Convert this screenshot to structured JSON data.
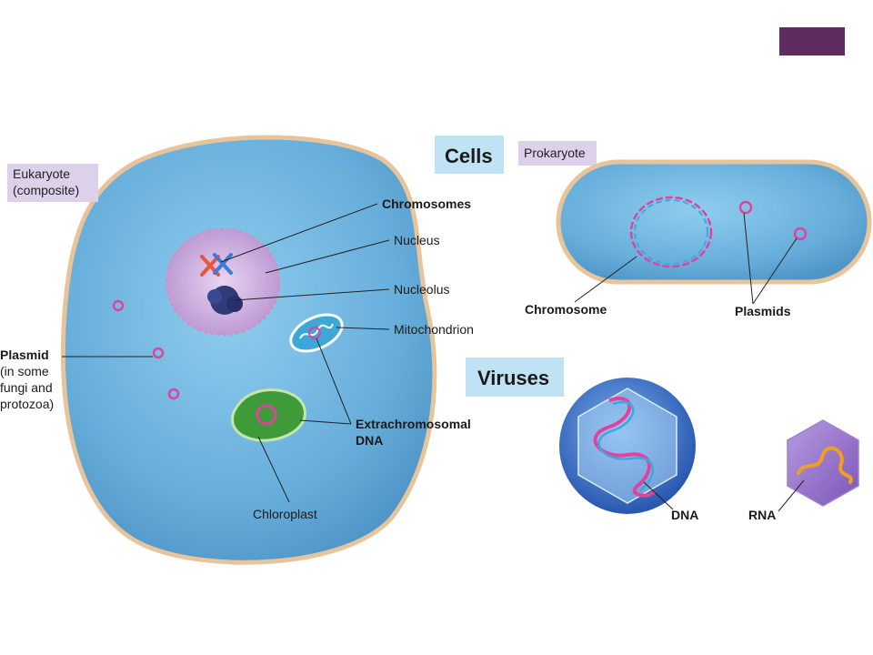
{
  "slide": {
    "accent_color": "#5f2c62"
  },
  "headers": {
    "cells": "Cells",
    "viruses": "Viruses"
  },
  "tags": {
    "eukaryote_line1": "Eukaryote",
    "eukaryote_line2": "(composite)",
    "prokaryote": "Prokaryote"
  },
  "labels": {
    "chromosomes": "Chromosomes",
    "nucleus": "Nucleus",
    "nucleolus": "Nucleolus",
    "mitochondrion": "Mitochondrion",
    "plasmid_title": "Plasmid",
    "plasmid_l2": "(in some",
    "plasmid_l3": "fungi and",
    "plasmid_l4": "protozoa)",
    "extrachromosomal_l1": "Extrachromosomal",
    "extrachromosomal_l2": "DNA",
    "chloroplast": "Chloroplast",
    "chromosome": "Chromosome",
    "plasmids": "Plasmids",
    "dna": "DNA",
    "rna": "RNA"
  },
  "colors": {
    "cell_fill": "#6fb6df",
    "cell_border": "#e8c49a",
    "tag_bg": "#ddd0ea",
    "header_bg": "#bfe3f5",
    "nucleus_fill": "#c9a4dc",
    "dna_pink": "#e0439a",
    "dna_blue": "#3fa7e0",
    "chloroplast": "#3f9a3a",
    "virus_blue": "#2f64c0",
    "virus_purple": "#8a5fc0",
    "rna_orange": "#f0a020"
  }
}
